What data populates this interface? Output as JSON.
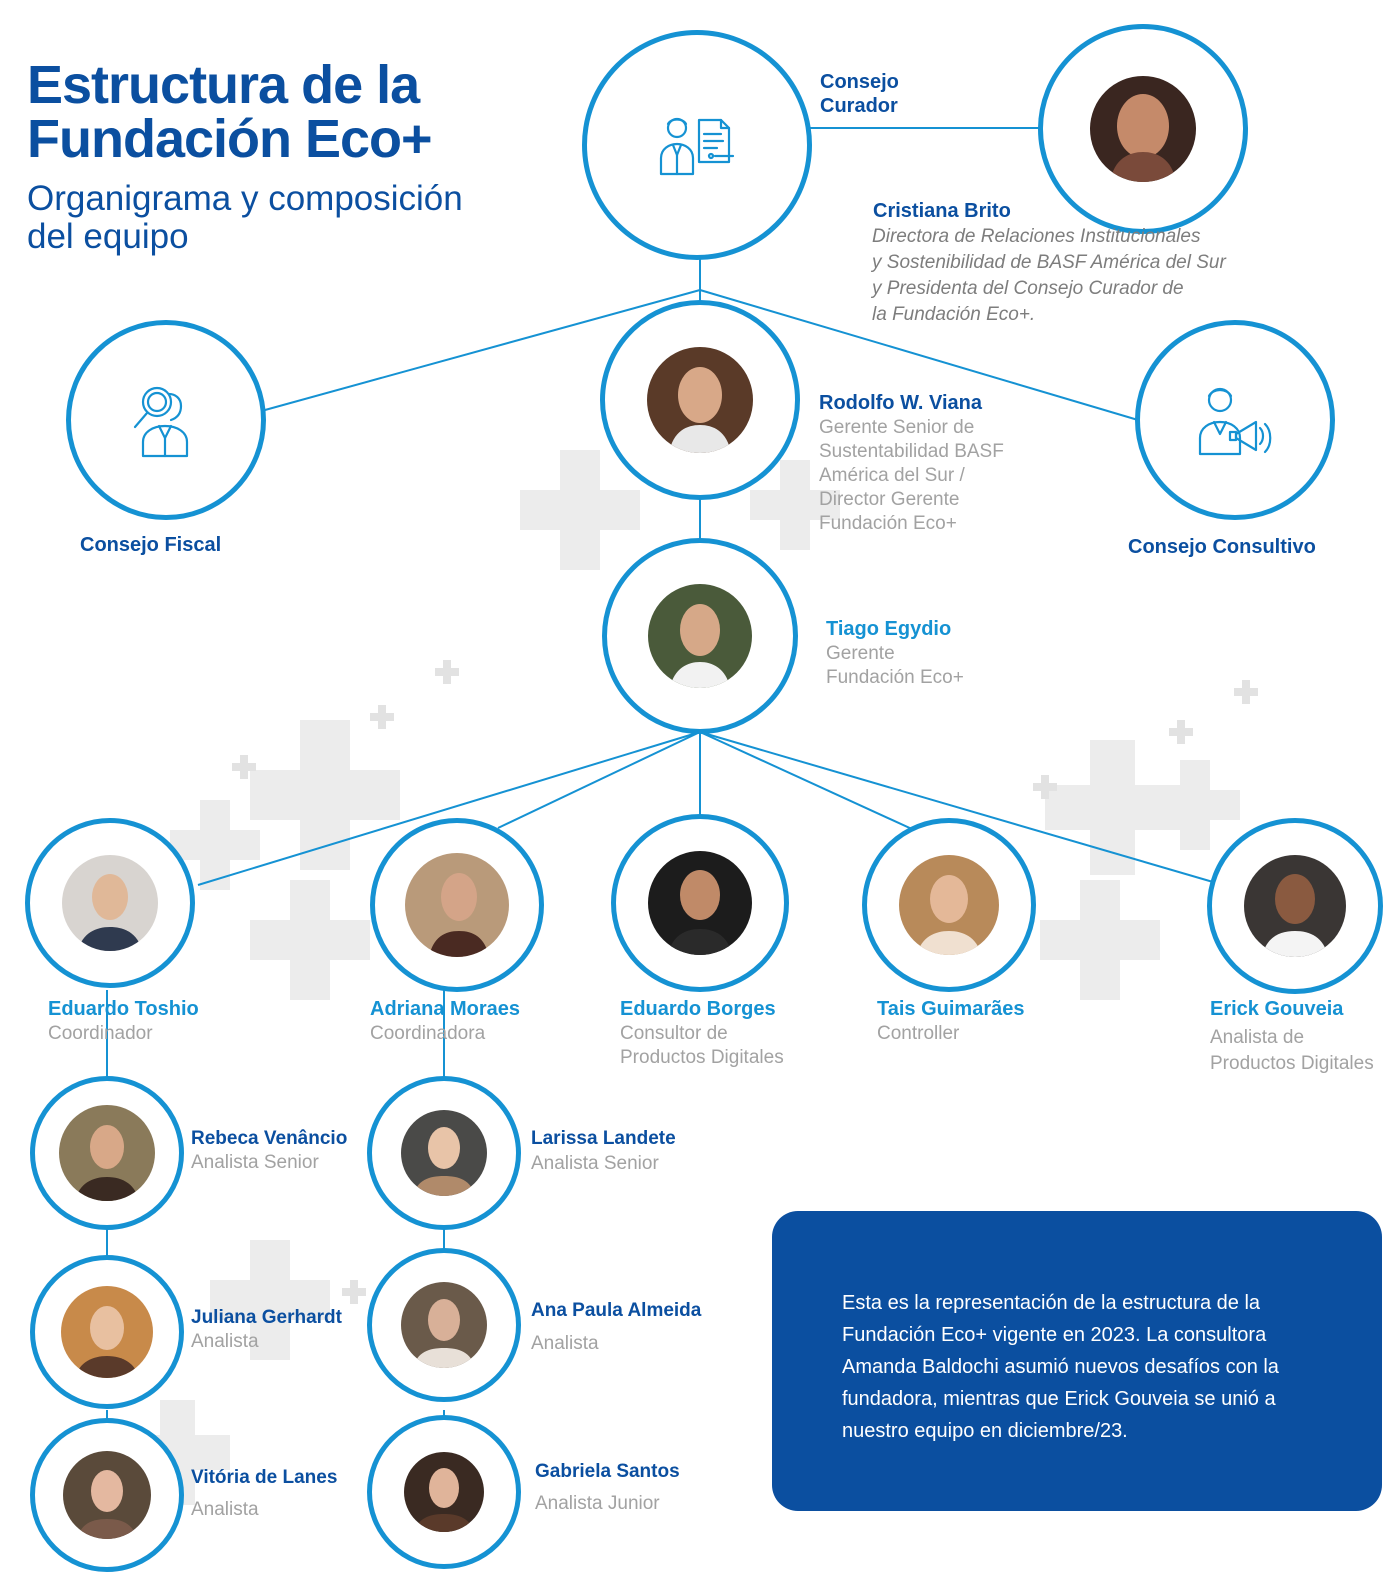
{
  "header": {
    "title_line1": "Estructura de la",
    "title_line2": "Fundación Eco+",
    "subtitle_line1": "Organigrama y composición",
    "subtitle_line2": "del equipo"
  },
  "councils": {
    "curador": {
      "line1": "Consejo",
      "line2": "Curador"
    },
    "fiscal": "Consejo Fiscal",
    "consultivo": "Consejo Consultivo"
  },
  "president": {
    "name": "Cristiana Brito",
    "role_lines": [
      "Directora de Relaciones Institucionales",
      "y Sostenibilidad de BASF América del Sur",
      "y Presidenta del Consejo Curador de",
      "la Fundación Eco+."
    ]
  },
  "director": {
    "name": "Rodolfo W. Viana",
    "role_lines": [
      "Gerente Senior de",
      "Sustentabilidad BASF",
      "América del Sur /",
      "Director Gerente",
      "Fundación Eco+"
    ]
  },
  "manager": {
    "name": "Tiago Egydio",
    "role_lines": [
      "Gerente",
      "Fundación Eco+"
    ]
  },
  "team": [
    {
      "name": "Eduardo Toshio",
      "role_lines": [
        "Coordinador"
      ]
    },
    {
      "name": "Adriana Moraes",
      "role_lines": [
        "Coordinadora"
      ]
    },
    {
      "name": "Eduardo Borges",
      "role_lines": [
        "Consultor de",
        "Productos Digitales"
      ]
    },
    {
      "name": "Tais Guimarães",
      "role_lines": [
        "Controller"
      ]
    },
    {
      "name": "Erick Gouveia",
      "role_lines": [
        "Analista de",
        "Productos Digitales"
      ]
    }
  ],
  "toshio_team": [
    {
      "name": "Rebeca Venâncio",
      "role": "Analista Senior"
    },
    {
      "name": "Juliana Gerhardt",
      "role": "Analista"
    },
    {
      "name": "Vitória de Lanes",
      "role": "Analista"
    }
  ],
  "moraes_team": [
    {
      "name": "Larissa Landete",
      "role": "Analista Senior"
    },
    {
      "name": "Ana Paula Almeida",
      "role": "Analista"
    },
    {
      "name": "Gabriela Santos",
      "role": "Analista Junior"
    }
  ],
  "note": "Esta es la representación de la estructura de la Fundación Eco+ vigente en 2023. La consultora Amanda Baldochi asumió nuevos desafíos con la fundadora, mientras que Erick Gouveia se unió a nuestro equipo en diciembre/23.",
  "colors": {
    "brand_dark": "#0b4fa0",
    "brand_light": "#1592d3",
    "role_gray": "#a2a2a2"
  },
  "icons": [
    "council-board-icon",
    "magnifier-person-icon",
    "megaphone-person-icon"
  ]
}
